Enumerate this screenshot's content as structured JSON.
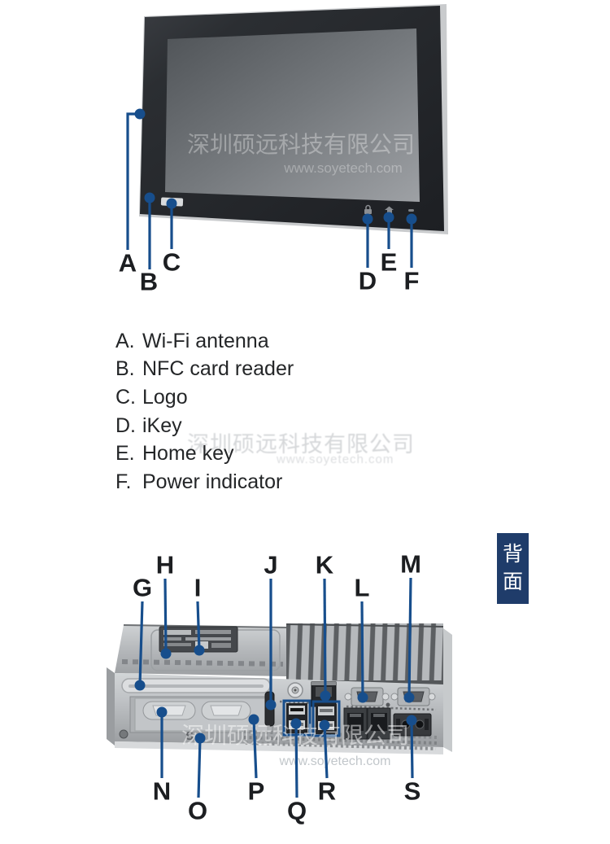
{
  "front_view": {
    "screen_watermark": {
      "company": "深圳硕远科技有限公司",
      "url": "www.soyetech.com"
    },
    "callouts": [
      {
        "letter": "A"
      },
      {
        "letter": "B"
      },
      {
        "letter": "C"
      },
      {
        "letter": "D"
      },
      {
        "letter": "E"
      },
      {
        "letter": "F"
      }
    ]
  },
  "legend": {
    "items": [
      {
        "letter": "A.",
        "label": "Wi-Fi antenna"
      },
      {
        "letter": "B.",
        "label": "NFC card reader"
      },
      {
        "letter": "C.",
        "label": "Logo"
      },
      {
        "letter": "D.",
        "label": "iKey"
      },
      {
        "letter": "E.",
        "label": "Home key"
      },
      {
        "letter": "F.",
        "label": "Power indicator"
      }
    ],
    "watermark": {
      "company": "深圳硕远科技有限公司",
      "url": "www.soyetech.com"
    }
  },
  "rear_view": {
    "side_tab": {
      "char1": "背",
      "char2": "面"
    },
    "marking": "S",
    "watermark": {
      "company": "深圳硕远科技有限公司",
      "url": "www.soyetech.com"
    },
    "callouts_top": [
      {
        "letter": "G"
      },
      {
        "letter": "H"
      },
      {
        "letter": "I"
      },
      {
        "letter": "J"
      },
      {
        "letter": "K"
      },
      {
        "letter": "L"
      },
      {
        "letter": "M"
      }
    ],
    "callouts_bottom": [
      {
        "letter": "N"
      },
      {
        "letter": "O"
      },
      {
        "letter": "P"
      },
      {
        "letter": "Q"
      },
      {
        "letter": "R"
      },
      {
        "letter": "S"
      }
    ]
  },
  "colors": {
    "callout_blue": "#174e8c",
    "tab_blue": "#1f3c6a",
    "letter_color": "#1c1e21"
  }
}
